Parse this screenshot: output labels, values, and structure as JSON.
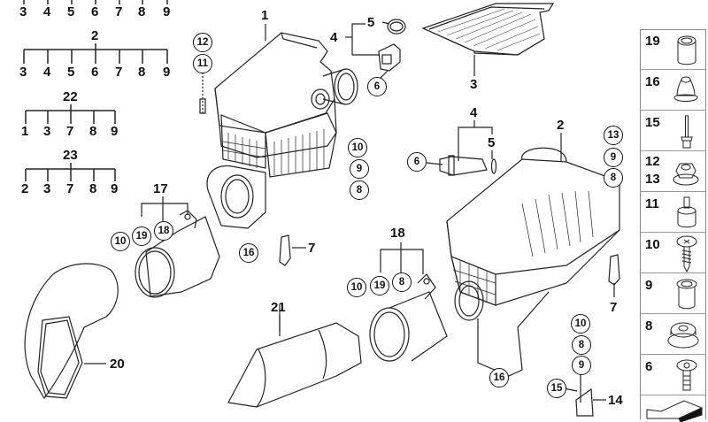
{
  "diagram": {
    "title": "Air intake / air filter housing parts diagram",
    "group_trees": [
      {
        "parent": "",
        "children": [
          "3",
          "4",
          "5",
          "6",
          "7",
          "8",
          "9"
        ]
      },
      {
        "parent": "2",
        "children": [
          "3",
          "4",
          "5",
          "6",
          "7",
          "8",
          "9"
        ]
      },
      {
        "parent": "22",
        "children": [
          "1",
          "3",
          "7",
          "8",
          "9"
        ]
      },
      {
        "parent": "23",
        "children": [
          "2",
          "3",
          "7",
          "8",
          "9"
        ]
      }
    ],
    "callouts": {
      "c1": "1",
      "c2": "2",
      "c3": "3",
      "c4a": "4",
      "c5a": "5",
      "c6a": "6",
      "c4b": "4",
      "c5b": "5",
      "c6b": "6",
      "c7a": "7",
      "c7b": "7",
      "c11": "11",
      "c12": "12",
      "c10a": "10",
      "c9a": "9",
      "c8a": "8",
      "c13": "13",
      "c9b": "9",
      "c8b": "8",
      "c17": "17",
      "c18a": "18",
      "c19a": "19",
      "c10b": "10",
      "c16a": "16",
      "c16b": "16",
      "c18": "18",
      "c10c": "10",
      "c19b": "19",
      "c8c": "8",
      "c21": "21",
      "c20": "20",
      "c10d": "10",
      "c8d": "8",
      "c9c": "9",
      "c15": "15",
      "c14": "14"
    },
    "legend": [
      {
        "label": "19",
        "icon": "sleeve-icon"
      },
      {
        "label": "16",
        "icon": "rubber-mount-icon"
      },
      {
        "label": "15",
        "icon": "rivet-icon"
      },
      {
        "label": "12\n13",
        "label_a": "12",
        "label_b": "13",
        "icon": "nut-icon"
      },
      {
        "label": "11",
        "icon": "stud-mount-icon"
      },
      {
        "label": "10",
        "icon": "self-tapping-screw-icon"
      },
      {
        "label": "9",
        "icon": "bushing-icon"
      },
      {
        "label": "8",
        "icon": "grommet-icon"
      },
      {
        "label": "6",
        "icon": "screw-icon"
      },
      {
        "label": "",
        "icon": "arrow-tag-icon"
      }
    ]
  }
}
